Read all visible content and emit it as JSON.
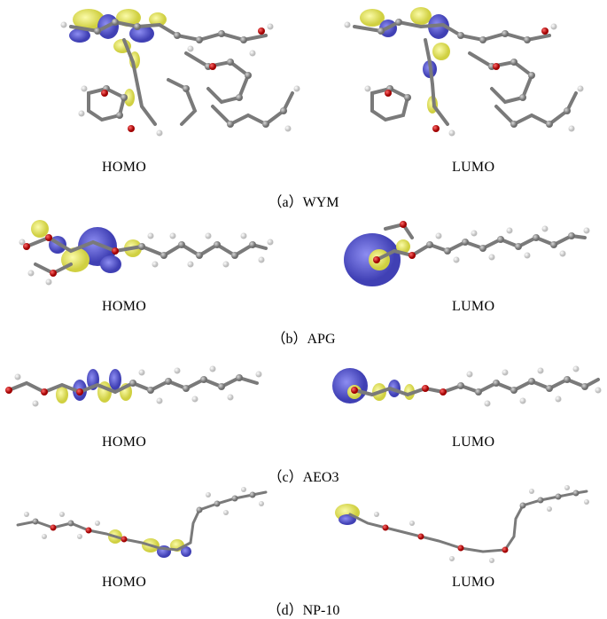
{
  "panels": [
    {
      "id": "a",
      "caption": "（a）WYM",
      "homo_label": "HOMO",
      "lumo_label": "LUMO"
    },
    {
      "id": "b",
      "caption": "（b）APG",
      "homo_label": "HOMO",
      "lumo_label": "LUMO"
    },
    {
      "id": "c",
      "caption": "（c）AEO3",
      "homo_label": "HOMO",
      "lumo_label": "LUMO"
    },
    {
      "id": "d",
      "caption": "（d）NP-10",
      "homo_label": "HOMO",
      "lumo_label": "LUMO"
    }
  ],
  "colors": {
    "carbon": "#8a8a8a",
    "hydrogen": "#f2f2f2",
    "oxygen": "#d01010",
    "nitrogen": "#2a2ad0",
    "orbital_positive": "#ecec3a",
    "orbital_negative": "#3535d0"
  }
}
